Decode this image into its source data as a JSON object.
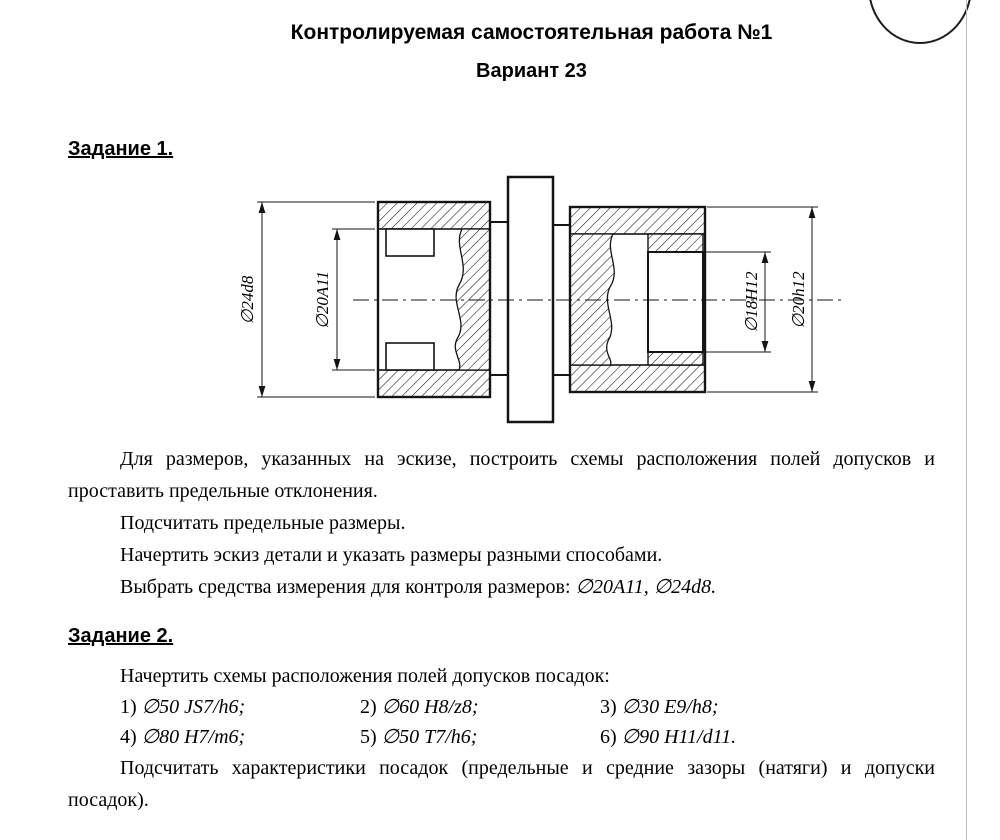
{
  "header": {
    "title": "Контролируемая самостоятельная работа №1",
    "variant": "Вариант 23"
  },
  "task1": {
    "heading": "Задание 1.",
    "drawing": {
      "dims": [
        "∅24d8",
        "∅20A11",
        "∅18H12",
        "∅20h12"
      ]
    },
    "p1": "Для размеров, указанных на эскизе, построить схемы расположения полей допусков и проставить предельные отклонения.",
    "p2": "Подсчитать предельные размеры.",
    "p3": "Начертить эскиз детали и указать размеры разными способами.",
    "p4_prefix": "Выбрать средства измерения для контроля размеров: ",
    "p4_sizes": "∅20A11, ∅24d8."
  },
  "task2": {
    "heading": "Задание 2.",
    "intro": "Начертить схемы расположения полей допусков посадок:",
    "fits": [
      {
        "num": "1)",
        "value": "∅50 JS7/h6;"
      },
      {
        "num": "2)",
        "value": "∅60 H8/z8;"
      },
      {
        "num": "3)",
        "value": "∅30 E9/h8;"
      },
      {
        "num": "4)",
        "value": "∅80 H7/m6;"
      },
      {
        "num": "5)",
        "value": "∅50 T7/h6;"
      },
      {
        "num": "6)",
        "value": "∅90 H11/d11."
      }
    ],
    "outro": "Подсчитать характеристики посадок (предельные и средние зазоры (натяги) и допуски посадок)."
  }
}
